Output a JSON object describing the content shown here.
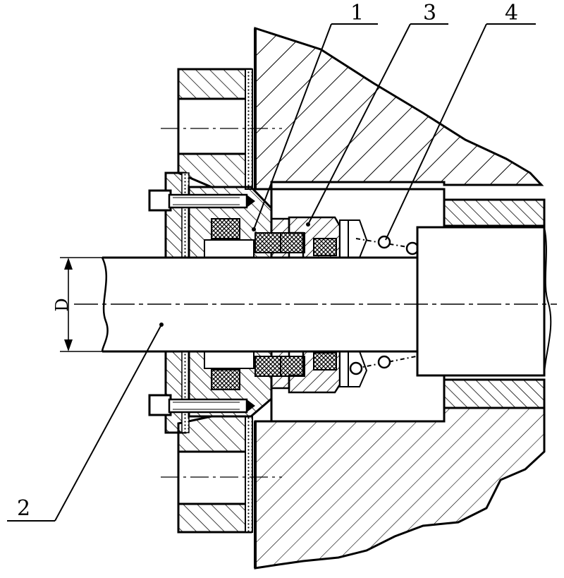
{
  "callouts": {
    "c1": "1",
    "c2": "2",
    "c3": "3",
    "c4": "4"
  },
  "dimension": {
    "diameter": "D"
  },
  "colors": {
    "ink": "#000000",
    "paper": "#ffffff",
    "packing": "#000000"
  }
}
